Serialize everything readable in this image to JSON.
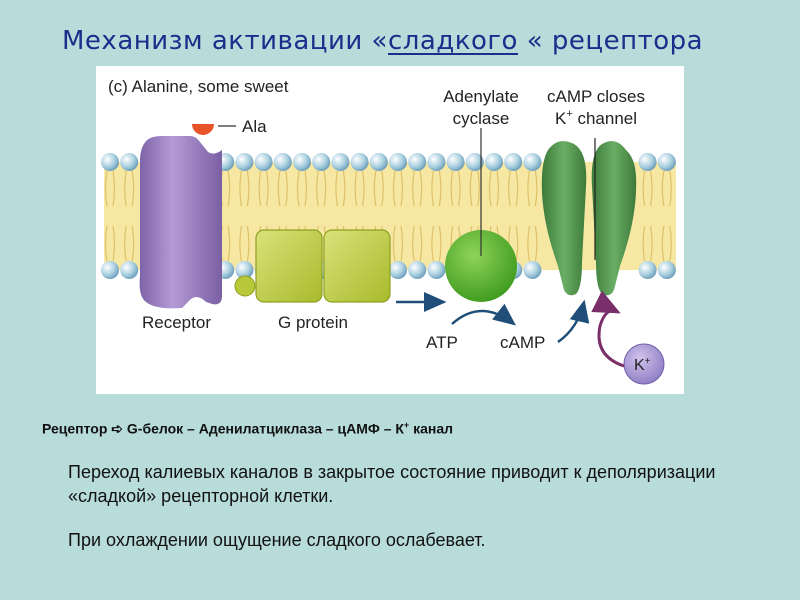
{
  "title": {
    "part1": "Механизм активации «",
    "underlined": "сладкого",
    "part2": " « рецептора"
  },
  "diagram": {
    "panel_label": "(c) Alanine, some sweet",
    "ligand_label": "Ala",
    "enzyme_label_line1": "Adenylate",
    "enzyme_label_line2": "cyclase",
    "channel_label_line1": "cAMP closes",
    "channel_label_line2_base": "K",
    "channel_label_line2_sup": "+",
    "channel_label_line2_rest": " channel",
    "receptor_label": "Receptor",
    "gprotein_label": "G protein",
    "atp_label": "ATP",
    "camp_label": "cAMP",
    "ion_label_base": "K",
    "ion_label_sup": "+",
    "colors": {
      "receptor": "#9b7fc0",
      "gprotein": "#b7c83a",
      "enzyme": "#5cb82e",
      "channel": "#4d8f4a",
      "ion": "#8e7cc3",
      "ligand": "#e8542a",
      "membrane": "#f6e7a3",
      "head": "#a9cfe0",
      "arrow": "#1f4f78",
      "curved_arrow": "#7a2e6a"
    }
  },
  "chain": {
    "text": "Рецептор ➪ G-белок – Аденилатциклаза – цАМФ – К",
    "sup": "+",
    "end": " канал"
  },
  "paragraph1": "Переход калиевых каналов в закрытое состояние приводит к деполяризации «сладкой» рецепторной клетки.",
  "paragraph2": "При охлаждении ощущение сладкого ослабевает."
}
